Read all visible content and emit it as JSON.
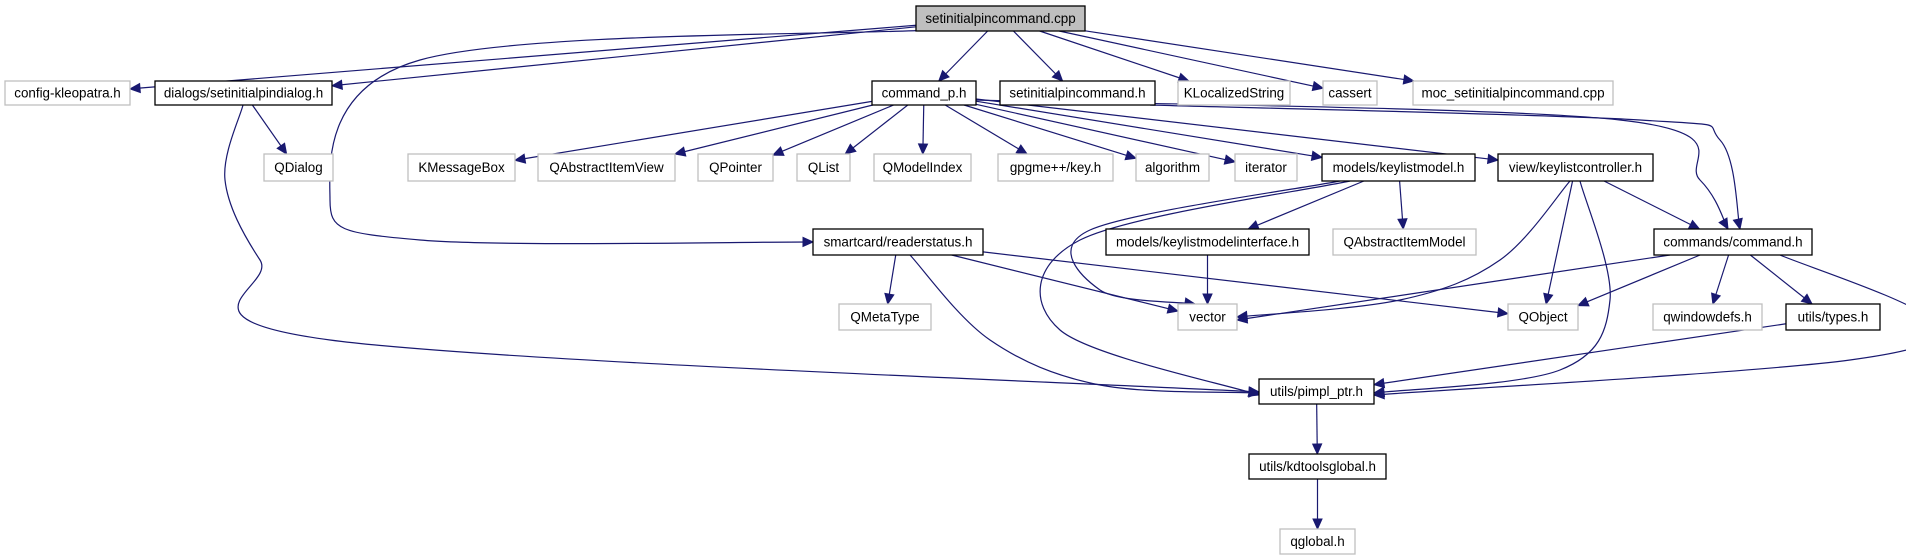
{
  "diagram": {
    "type": "include-dependency-graph",
    "root": "setinitialpincommand.cpp",
    "nodes": [
      {
        "id": "root",
        "label": "setinitialpincommand.cpp",
        "kind": "root"
      },
      {
        "id": "config",
        "label": "config-kleopatra.h",
        "kind": "external"
      },
      {
        "id": "dialog",
        "label": "dialogs/setinitialpindialog.h",
        "kind": "documented"
      },
      {
        "id": "cmdp",
        "label": "command_p.h",
        "kind": "documented"
      },
      {
        "id": "sipch",
        "label": "setinitialpincommand.h",
        "kind": "documented"
      },
      {
        "id": "kloc",
        "label": "KLocalizedString",
        "kind": "external"
      },
      {
        "id": "cassert",
        "label": "cassert",
        "kind": "external"
      },
      {
        "id": "moc",
        "label": "moc_setinitialpincommand.cpp",
        "kind": "external"
      },
      {
        "id": "qdialog",
        "label": "QDialog",
        "kind": "external"
      },
      {
        "id": "kmsg",
        "label": "KMessageBox",
        "kind": "external"
      },
      {
        "id": "qaiv",
        "label": "QAbstractItemView",
        "kind": "external"
      },
      {
        "id": "qptr",
        "label": "QPointer",
        "kind": "external"
      },
      {
        "id": "qlist",
        "label": "QList",
        "kind": "external"
      },
      {
        "id": "qmi",
        "label": "QModelIndex",
        "kind": "external"
      },
      {
        "id": "gpgkey",
        "label": "gpgme++/key.h",
        "kind": "external"
      },
      {
        "id": "algo",
        "label": "algorithm",
        "kind": "external"
      },
      {
        "id": "iter",
        "label": "iterator",
        "kind": "external"
      },
      {
        "id": "klm",
        "label": "models/keylistmodel.h",
        "kind": "documented"
      },
      {
        "id": "klc",
        "label": "view/keylistcontroller.h",
        "kind": "documented"
      },
      {
        "id": "reader",
        "label": "smartcard/readerstatus.h",
        "kind": "documented"
      },
      {
        "id": "klmi",
        "label": "models/keylistmodelinterface.h",
        "kind": "documented"
      },
      {
        "id": "qaim",
        "label": "QAbstractItemModel",
        "kind": "external"
      },
      {
        "id": "cmd",
        "label": "commands/command.h",
        "kind": "documented"
      },
      {
        "id": "qmeta",
        "label": "QMetaType",
        "kind": "external"
      },
      {
        "id": "vector",
        "label": "vector",
        "kind": "external"
      },
      {
        "id": "qobject",
        "label": "QObject",
        "kind": "external"
      },
      {
        "id": "qwin",
        "label": "qwindowdefs.h",
        "kind": "external"
      },
      {
        "id": "types",
        "label": "utils/types.h",
        "kind": "documented"
      },
      {
        "id": "pimpl",
        "label": "utils/pimpl_ptr.h",
        "kind": "documented"
      },
      {
        "id": "kdtg",
        "label": "utils/kdtoolsglobal.h",
        "kind": "documented"
      },
      {
        "id": "qglobal",
        "label": "qglobal.h",
        "kind": "external"
      }
    ],
    "edges": [
      [
        "root",
        "config"
      ],
      [
        "root",
        "dialog"
      ],
      [
        "root",
        "reader"
      ],
      [
        "root",
        "cmdp"
      ],
      [
        "root",
        "sipch"
      ],
      [
        "root",
        "kloc"
      ],
      [
        "root",
        "cassert"
      ],
      [
        "root",
        "moc"
      ],
      [
        "dialog",
        "qdialog"
      ],
      [
        "dialog",
        "pimpl"
      ],
      [
        "cmdp",
        "kmsg"
      ],
      [
        "cmdp",
        "qaiv"
      ],
      [
        "cmdp",
        "qptr"
      ],
      [
        "cmdp",
        "qlist"
      ],
      [
        "cmdp",
        "qmi"
      ],
      [
        "cmdp",
        "gpgkey"
      ],
      [
        "cmdp",
        "algo"
      ],
      [
        "cmdp",
        "iter"
      ],
      [
        "cmdp",
        "klm"
      ],
      [
        "cmdp",
        "klc"
      ],
      [
        "cmdp",
        "cmd"
      ],
      [
        "sipch",
        "cmd"
      ],
      [
        "klm",
        "klmi"
      ],
      [
        "klm",
        "qaim"
      ],
      [
        "klm",
        "vector"
      ],
      [
        "klm",
        "pimpl"
      ],
      [
        "klc",
        "cmd"
      ],
      [
        "klc",
        "vector"
      ],
      [
        "klc",
        "qobject"
      ],
      [
        "klc",
        "pimpl"
      ],
      [
        "reader",
        "qmeta"
      ],
      [
        "reader",
        "vector"
      ],
      [
        "reader",
        "qobject"
      ],
      [
        "reader",
        "pimpl"
      ],
      [
        "klmi",
        "vector"
      ],
      [
        "cmd",
        "vector"
      ],
      [
        "cmd",
        "qobject"
      ],
      [
        "cmd",
        "qwin"
      ],
      [
        "cmd",
        "types"
      ],
      [
        "cmd",
        "pimpl"
      ],
      [
        "types",
        "pimpl"
      ],
      [
        "pimpl",
        "kdtg"
      ],
      [
        "kdtg",
        "qglobal"
      ]
    ],
    "colors": {
      "edge": "#191970",
      "root_fill": "#bfbfbf",
      "documented_border": "#000000",
      "external_border": "#bfbfbf"
    }
  }
}
